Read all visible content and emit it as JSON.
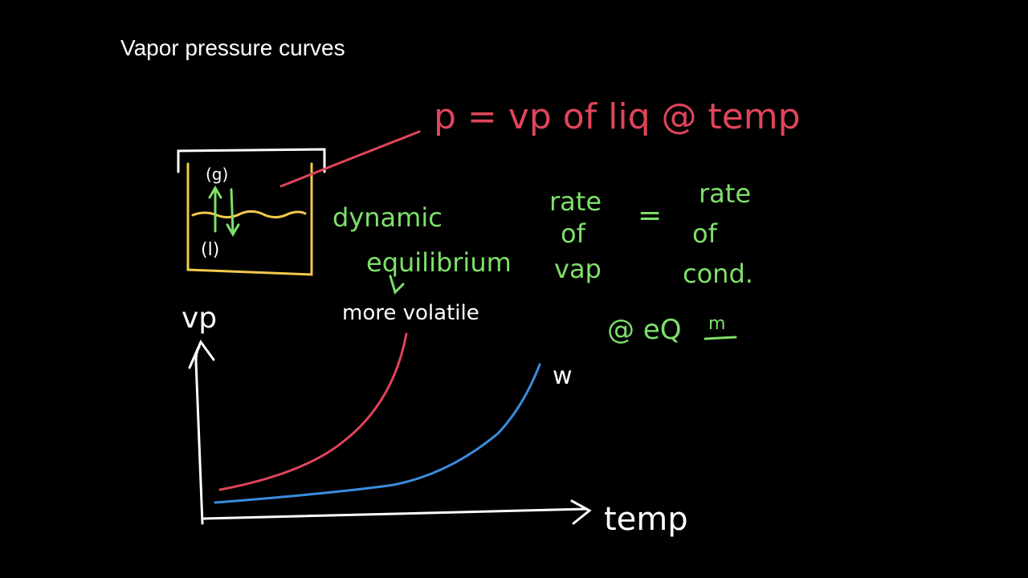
{
  "title": "Vapor pressure curves",
  "annotations": {
    "p_def": "p = vp of liq @ temp",
    "gas_label": "(g)",
    "liquid_label": "(l)",
    "dynamic": "dynamic",
    "equilibrium": "equilibrium",
    "rate_vap_1": "rate",
    "rate_vap_2": "of",
    "rate_vap_3": "vap",
    "equals": "=",
    "rate_cond_1": "rate",
    "rate_cond_2": "of",
    "rate_cond_3": "cond.",
    "at_eqm": "@ eQ",
    "eqm_sup": "m",
    "more_volatile": "more volatile",
    "water": "w"
  },
  "axes": {
    "y_label": "vp",
    "x_label": "temp"
  },
  "colors": {
    "background": "#000000",
    "title": "#ffffff",
    "red": "#e0455a",
    "green": "#7ee06a",
    "yellow": "#f2c94c",
    "blue": "#3b8de0",
    "white": "#ffffff"
  }
}
